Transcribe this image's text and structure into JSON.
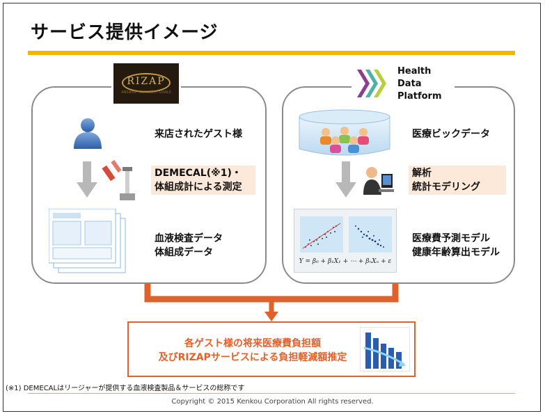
{
  "title": "サービス提供イメージ",
  "left": {
    "logo_text": "RIZAP",
    "logo_sub": "ANSWER YOUR BODY GOALS",
    "step1": "来店されたゲスト様",
    "step2_line1": "DEMECAL(※1)・",
    "step2_line2": "体組成計による測定",
    "step3_line1": "血液検査データ",
    "step3_line2": "体組成データ"
  },
  "right": {
    "logo_line1": "Health",
    "logo_line2": "Data",
    "logo_line3": "Platform",
    "step1": "医療ビックデータ",
    "step2_line1": "解析",
    "step2_line2": "統計モデリング",
    "step3_line1": "医療費予測モデル",
    "step3_line2": "健康年齢算出モデル",
    "formula": "Y = β₀ + β₁X₁ + ⋯ + βₙXₙ + ε"
  },
  "result": {
    "line1": "各ゲスト様の将来医療費負担額",
    "line2": "及びRIZAPサービスによる負担軽減額推定"
  },
  "footnote": "(※1) DEMECALはリージャーが提供する血液検査製品＆サービスの総称です",
  "copyright": "Copyright © 2015 Kenkou Corporation All rights reserved.",
  "colors": {
    "accent_yellow": "#f2b705",
    "accent_orange": "#e0612a",
    "highlight": "#fde9d9",
    "panel_border": "#8a8a8a"
  }
}
